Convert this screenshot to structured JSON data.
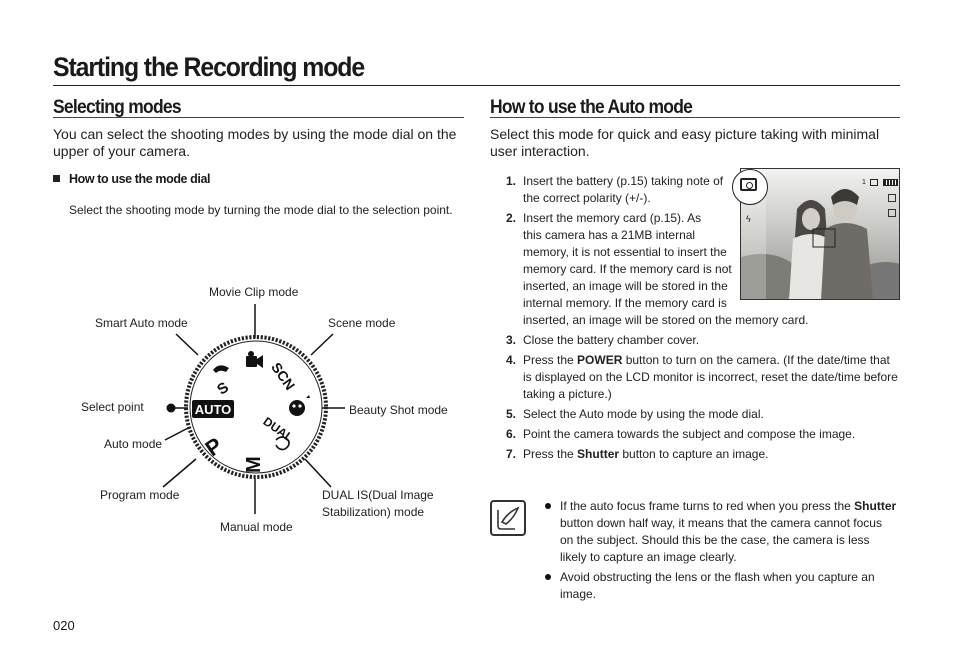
{
  "page_title": "Starting the Recording mode",
  "left": {
    "heading": "Selecting modes",
    "intro": "You can select the shooting modes by using the mode dial on the upper of your camera.",
    "subheading": "How to use the mode dial",
    "instruction": "Select the shooting mode by turning the mode dial to the selection point.",
    "dial_labels": {
      "movie_clip": "Movie Clip mode",
      "smart_auto": "Smart Auto mode",
      "scene": "Scene mode",
      "select_point": "Select point",
      "beauty_shot": "Beauty Shot mode",
      "auto": "Auto mode",
      "program": "Program mode",
      "dual_is_line1": "DUAL IS(Dual Image",
      "dual_is_line2": "Stabilization) mode",
      "manual": "Manual mode"
    },
    "dial_glyphs": {
      "auto": "AUTO",
      "p": "P",
      "m": "M",
      "scn": "SCN",
      "dual": "DUAL"
    }
  },
  "right": {
    "heading": "How to use the Auto mode",
    "intro": "Select this mode for quick and easy picture taking with minimal user interaction.",
    "steps": [
      {
        "num": "1.",
        "lines": [
          "Insert the battery (p.15) taking note of",
          "the correct polarity (+/-)."
        ]
      },
      {
        "num": "2.",
        "lines": [
          "Insert the memory card (p.15). As",
          "this camera has a 21MB internal",
          "memory, it is not essential to insert the",
          "memory card. If the memory card is not",
          "inserted, an image will be stored in the",
          "internal memory. If the memory card is",
          "inserted, an image will be stored on the memory card."
        ]
      },
      {
        "num": "3.",
        "lines": [
          "Close the battery chamber cover."
        ]
      },
      {
        "num": "4.",
        "pre": "Press the ",
        "bold": "POWER",
        "post": " button to turn on the camera. (If the date/time that",
        "lines": [
          "is displayed on the LCD monitor is incorrect, reset the date/time before",
          "taking a picture.)"
        ]
      },
      {
        "num": "5.",
        "lines": [
          "Select the Auto mode by using the mode dial."
        ]
      },
      {
        "num": "6.",
        "lines": [
          "Point the camera towards the subject and compose the image."
        ]
      },
      {
        "num": "7.",
        "pre": "Press the ",
        "bold": "Shutter",
        "post": " button to capture an image.",
        "lines": []
      }
    ],
    "notes": [
      {
        "pre": "If the auto focus frame turns to red when you press the ",
        "bold": "Shutter",
        "rest": [
          "button down half way, it means that the camera cannot focus",
          "on the subject. Should this be the case, the camera is less",
          "likely to capture an image clearly."
        ]
      },
      {
        "pre": "Avoid obstructing the lens or the flash when you capture an",
        "bold": "",
        "rest": [
          "image."
        ]
      }
    ],
    "lcd_counter": "1"
  },
  "page_number": "020"
}
